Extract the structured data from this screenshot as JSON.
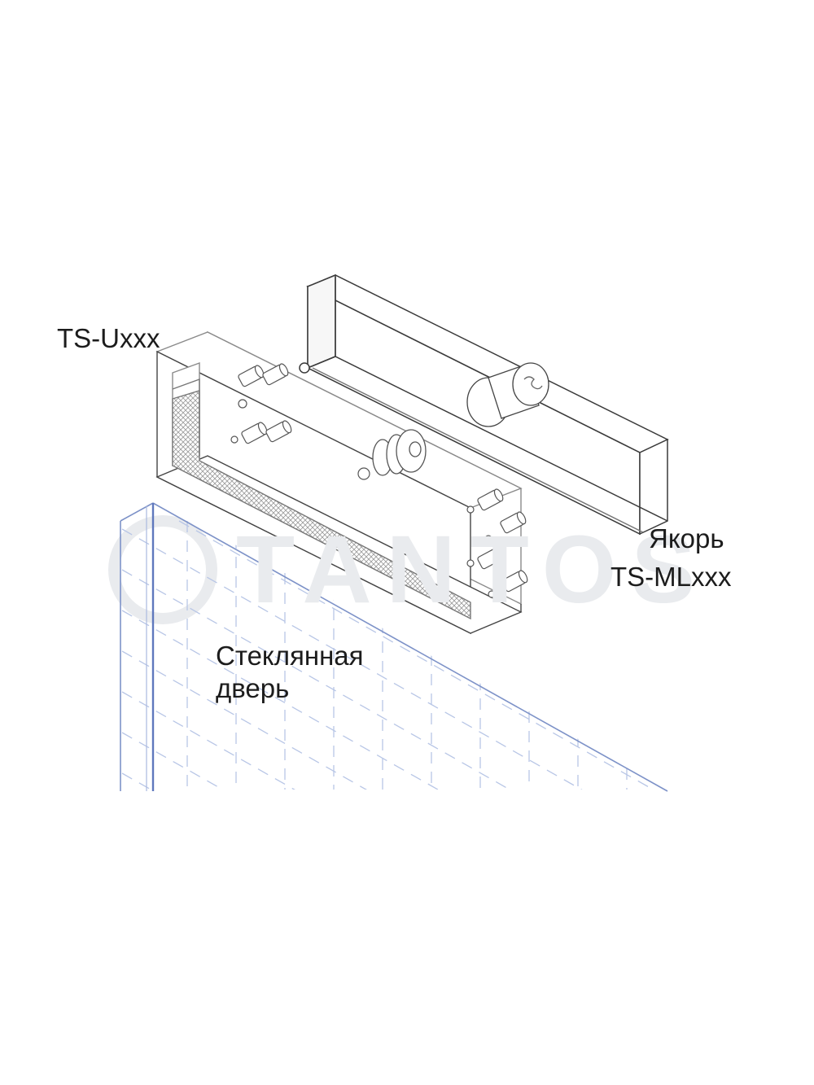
{
  "labels": {
    "bracket": "TS-Uxxx",
    "anchor_line1": "Якорь",
    "anchor_line2": "TS-MLxxx",
    "door_line1": "Стеклянная",
    "door_line2": "дверь"
  },
  "colors": {
    "line": "#444444",
    "glass_line": "#9aaed8",
    "glass_edge": "#6f86c4",
    "mesh": "#9a9a9a",
    "watermark": "#e9ebee",
    "text": "#1c1c1c"
  }
}
